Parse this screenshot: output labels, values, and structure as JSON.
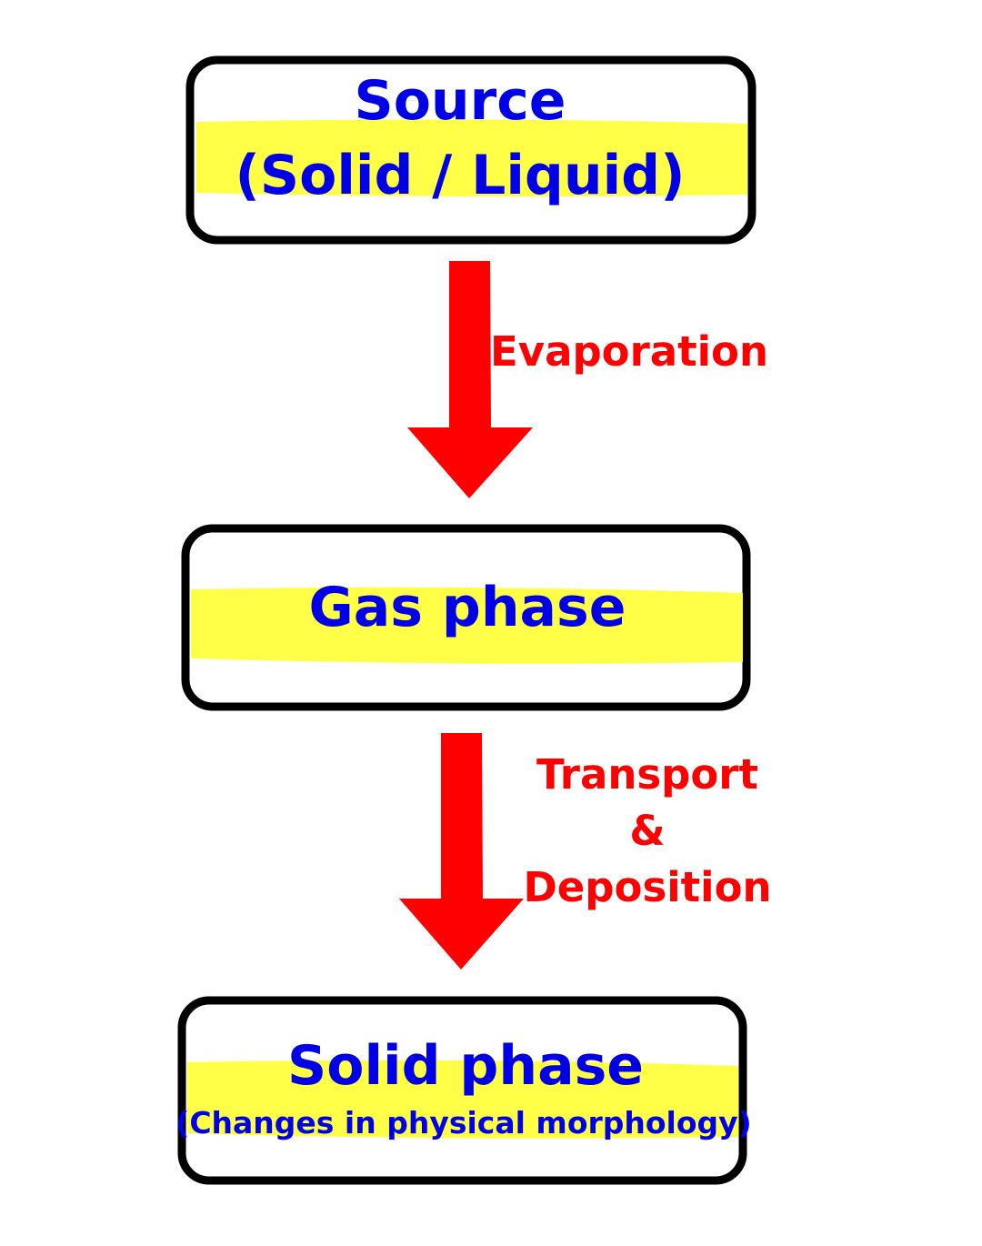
{
  "colors": {
    "box_text": "#0000e6",
    "label_text": "#ff0000",
    "arrow": "#ff0000",
    "highlight": "#ffff33",
    "border": "#000000"
  },
  "boxes": {
    "source": {
      "line1": "Source",
      "line2": "(Solid / Liquid)"
    },
    "gas": {
      "line1": "Gas phase"
    },
    "solid": {
      "line1": "Solid phase",
      "line2": "(Changes in physical morphology)"
    }
  },
  "arrows": {
    "evaporation": {
      "label": "Evaporation"
    },
    "transport": {
      "label_line1": "Transport",
      "label_line2": "&",
      "label_line3": "Deposition"
    }
  }
}
